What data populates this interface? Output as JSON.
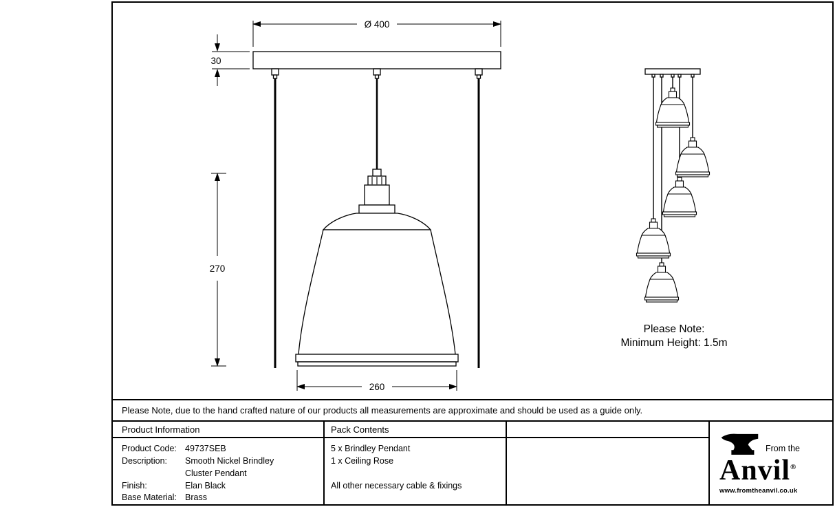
{
  "drawing": {
    "dim_canopy_diameter": "Ø 400",
    "dim_canopy_height": "30",
    "dim_pendant_height": "270",
    "dim_shade_diameter": "260",
    "cluster_note_title": "Please Note:",
    "cluster_note_body": "Minimum Height: 1.5m"
  },
  "footnote": "Please Note, due to the hand crafted nature of our products all measurements are approximate and should be used as a guide only.",
  "table": {
    "product_info_header": "Product Information",
    "pack_contents_header": "Pack Contents",
    "rows": [
      {
        "label": "Product Code:",
        "value": "49737SEB",
        "pack": "5 x Brindley Pendant"
      },
      {
        "label": "Description:",
        "value": "Smooth Nickel Brindley",
        "pack": "1 x Ceiling Rose"
      },
      {
        "label": "",
        "value": "Cluster Pendant",
        "pack": ""
      },
      {
        "label": "Finish:",
        "value": "Elan Black",
        "pack": "All other necessary cable & fixings"
      },
      {
        "label": "Base Material:",
        "value": "Brass",
        "pack": ""
      }
    ]
  },
  "logo": {
    "tagline": "From the",
    "brand": "Anvil",
    "registered": "®",
    "website": "www.fromtheanvil.co.uk"
  }
}
